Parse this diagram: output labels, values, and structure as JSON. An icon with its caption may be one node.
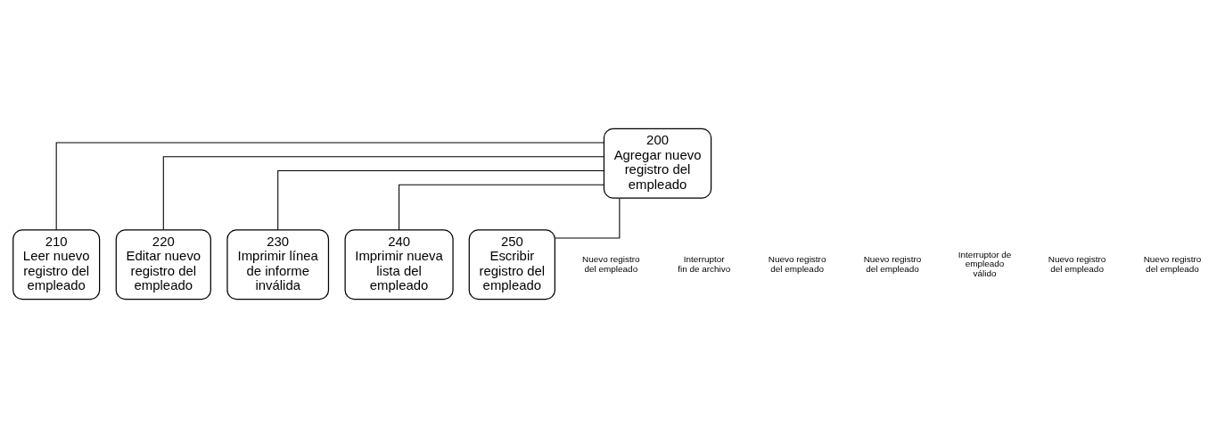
{
  "diagram": {
    "nodes": [
      {
        "text": [
          "200",
          "Agregar nuevo registro del empleado"
        ]
      },
      {
        "text": [
          "210",
          "Leer nuevo registro del empleado"
        ]
      },
      {
        "text": [
          "220",
          "Editar nuevo registro del empleado"
        ]
      },
      {
        "text": [
          "230",
          "Imprimir línea de informe inválida"
        ]
      },
      {
        "text": [
          "240",
          "Imprimir nueva lista del empleado"
        ]
      },
      {
        "text": [
          "250",
          "Escribir registro del empleado"
        ]
      }
    ],
    "edges": [
      {
        "from": 0,
        "to": 1,
        "arrow": "none"
      },
      {
        "from": 0,
        "to": 2,
        "arrow": "none"
      },
      {
        "from": 0,
        "to": 3,
        "arrow": "none"
      },
      {
        "from": 0,
        "to": 4,
        "arrow": "none"
      },
      {
        "from": 0,
        "to": 5,
        "arrow": "none"
      }
    ],
    "labels": [
      "Nuevo registro del empleado",
      "Interruptor fin de archivo",
      "Nuevo registro del empleado",
      "Nuevo registro del empleado",
      "Interruptor de empleado válido",
      "Nuevo registro del empleado",
      "Nuevo registro del empleado"
    ]
  }
}
